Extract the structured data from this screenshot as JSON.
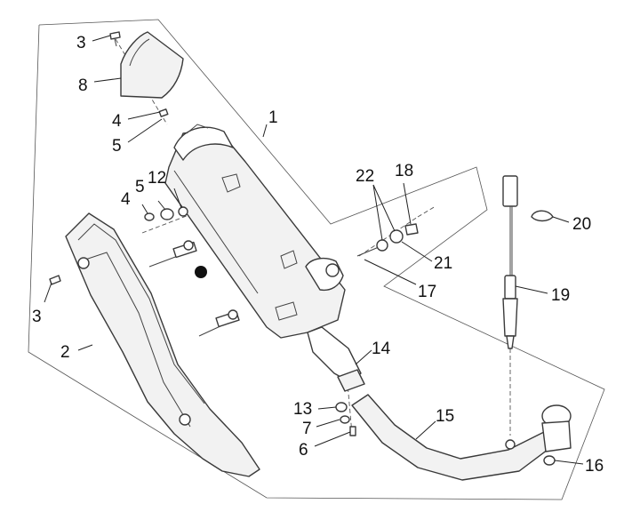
{
  "callouts": {
    "c1": "1",
    "c2": "2",
    "c3a": "3",
    "c3b": "3",
    "c4a": "4",
    "c4b": "4",
    "c5a": "5",
    "c5b": "5",
    "c6": "6",
    "c7": "7",
    "c8": "8",
    "c12": "12",
    "c13": "13",
    "c14": "14",
    "c15": "15",
    "c16": "16",
    "c17": "17",
    "c18": "18",
    "c19": "19",
    "c20": "20",
    "c21": "21",
    "c22": "22"
  }
}
